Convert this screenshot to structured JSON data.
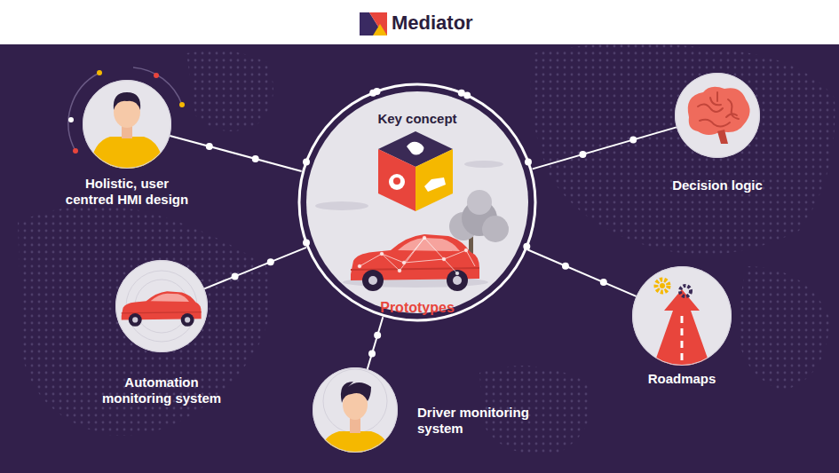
{
  "diagram": {
    "title": "Mediator",
    "nodes": [
      {
        "text": [
          "Holistic, user centred HMI design"
        ]
      },
      {
        "text": [
          "Key concept",
          "Prototypes"
        ]
      },
      {
        "text": [
          "Decision logic"
        ]
      },
      {
        "text": [
          "Automation monitoring system"
        ]
      },
      {
        "text": [
          "Roadmaps"
        ]
      },
      {
        "text": [
          "Driver monitoring system"
        ]
      }
    ],
    "edges": [
      {
        "from": 1,
        "to": 0,
        "arrow": "none"
      },
      {
        "from": 1,
        "to": 2,
        "arrow": "none"
      },
      {
        "from": 1,
        "to": 3,
        "arrow": "none"
      },
      {
        "from": 1,
        "to": 4,
        "arrow": "none"
      },
      {
        "from": 1,
        "to": 5,
        "arrow": "none"
      }
    ]
  }
}
